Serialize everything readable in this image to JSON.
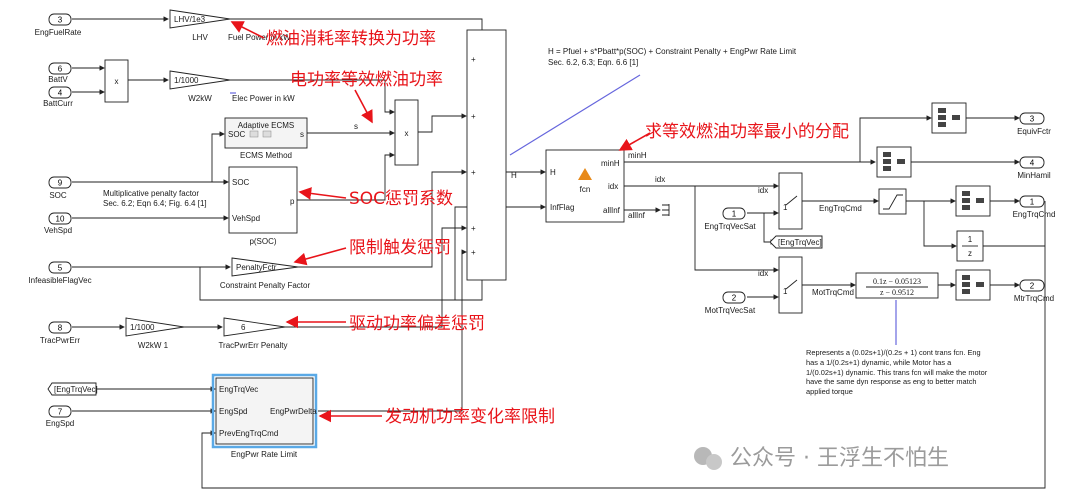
{
  "inports": [
    {
      "num": "3",
      "label": "EngFuelRate"
    },
    {
      "num": "6",
      "label": "BattV"
    },
    {
      "num": "4",
      "label": "BattCurr"
    },
    {
      "num": "9",
      "label": "SOC"
    },
    {
      "num": "10",
      "label": "VehSpd"
    },
    {
      "num": "5",
      "label": "InfeasibleFlagVec"
    },
    {
      "num": "8",
      "label": "TracPwrErr"
    },
    {
      "num": "7",
      "label": "EngSpd"
    },
    {
      "num": "1",
      "label": "EngTrqVecSat"
    },
    {
      "num": "2",
      "label": "MotTrqVecSat"
    }
  ],
  "outports": [
    {
      "num": "3",
      "label": "EquivFctr"
    },
    {
      "num": "4",
      "label": "MinHamil"
    },
    {
      "num": "1",
      "label": "EngTrqCmd"
    },
    {
      "num": "2",
      "label": "MtrTrqCmd"
    }
  ],
  "blocks": {
    "lhv_gain": "LHV/1e3",
    "lhv_label": "LHV",
    "fuel_power_label": "Fuel Power in kW",
    "mult_symbol": "x",
    "w2kw_gain": "1/1000",
    "w2kw_label": "W2kW",
    "elec_power_label": "Elec Power in kW",
    "ecms_title": "Adaptive ECMS",
    "ecms_in": "SOC",
    "ecms_out": "s",
    "ecms_label": "ECMS Method",
    "s_signal": "s",
    "psoc_in1": "SOC",
    "psoc_in2": "VehSpd",
    "psoc_out": "p",
    "psoc_label": "p(SOC)",
    "penalty_note_line1": "Multiplicative penalty factor",
    "penalty_note_line2": "Sec. 6.2; Eqn 6.4; Fig. 6.4  [1]",
    "penalty_gain": "PenaltyFctr",
    "penalty_label": "Constraint Penalty Factor",
    "w2kw1_gain": "1/1000",
    "w2kw1_label": "W2kW 1",
    "tracerr_gain": "6",
    "tracerr_label": "TracPwrErr Penalty",
    "engtrqvec_tag": "[EngTrqVec]",
    "rate_in1": "EngTrqVec",
    "rate_in2": "EngSpd",
    "rate_in3": "PrevEngTrqCmd",
    "rate_out": "EngPwrDelta",
    "rate_label": "EngPwr Rate Limit",
    "sum_plus": "+",
    "h_signal": "H",
    "h_eq_line1": "H = Pfuel + s*Pbatt*p(SOC) + Constraint Penalty + EngPwr Rate Limit",
    "h_eq_line2": "Sec. 6.2, 6.3; Eqn. 6.6  [1]",
    "fcn_in1": "H",
    "fcn_in2": "InfFlag",
    "fcn_name": "fcn",
    "fcn_out1": "minH",
    "fcn_out2": "idx",
    "fcn_out3": "allInf",
    "minh_signal": "minH",
    "idx_signal": "idx",
    "idx_signal2": "idx",
    "allinf_signal": "allInf",
    "sel_idx": "idx",
    "sel_one": "1",
    "engtrqcmd_signal": "EngTrqCmd",
    "engtrqvec_goto": "[EngTrqVec]",
    "mottrqcmd_signal": "MotTrqCmd",
    "tf_num": "0.1z − 0.05123",
    "tf_den": "z − 0.9512",
    "delay_num": "1",
    "delay_den": "z",
    "tf_note": "Represents a (0.02s+1)/(0.2s + 1) cont trans fcn. Eng has a 1/(0.2s+1) dynamic, while Motor has a 1/(0.02s+1) dynamic.  This trans fcn will make the motor have the same dyn response as eng to better match applied torque"
  },
  "annotations": {
    "fuel": "燃油消耗率转换为功率",
    "elec": "电功率等效燃油功率",
    "min": "求等效燃油功率最小的分配",
    "soc": "SOC惩罚系数",
    "trigger": "限制触发惩罚",
    "drive": "驱动功率偏差惩罚",
    "engine_rate": "发动机功率变化率限制"
  },
  "watermark": "公众号 · 王浮生不怕生",
  "colors": {
    "annotation": "#e8141a",
    "highlight_frame": "#5aa9e6",
    "watermark": "#9b9b9b",
    "wire": "#222222",
    "note_link": "#6666dd"
  }
}
